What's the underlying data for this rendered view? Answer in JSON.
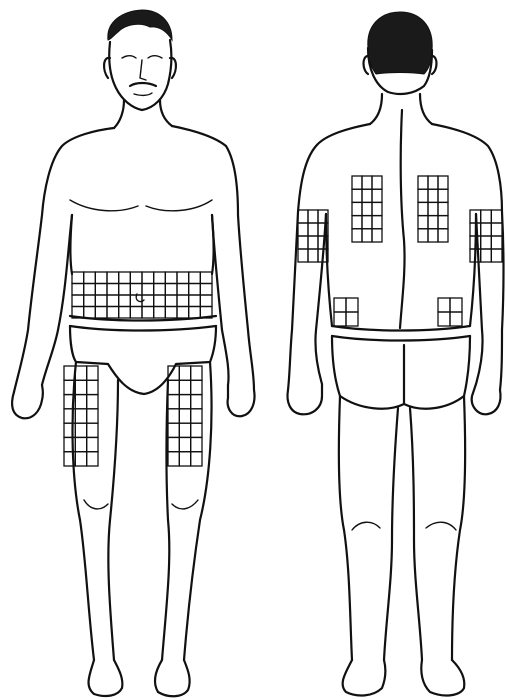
{
  "figure": {
    "background": "#ffffff",
    "ink_color": "#111111",
    "views": [
      {
        "id": "front",
        "name": "front-view",
        "sites": [
          {
            "name": "abdomen",
            "rows": 4,
            "cols": 12
          },
          {
            "name": "left-thigh-front",
            "rows": 7,
            "cols": 3
          },
          {
            "name": "right-thigh-front",
            "rows": 7,
            "cols": 3
          }
        ]
      },
      {
        "id": "back",
        "name": "back-view",
        "sites": [
          {
            "name": "left-upper-back",
            "rows": 5,
            "cols": 3
          },
          {
            "name": "right-upper-back",
            "rows": 5,
            "cols": 3
          },
          {
            "name": "left-upper-arm",
            "rows": 4,
            "cols": 3
          },
          {
            "name": "right-upper-arm",
            "rows": 4,
            "cols": 3
          },
          {
            "name": "left-lower-back",
            "rows": 2,
            "cols": 2
          },
          {
            "name": "right-lower-back",
            "rows": 2,
            "cols": 2
          }
        ]
      }
    ]
  }
}
